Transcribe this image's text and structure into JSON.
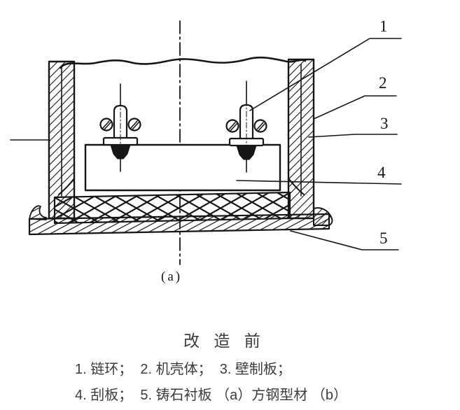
{
  "figure": {
    "callouts": [
      "1",
      "2",
      "3",
      "4",
      "5"
    ],
    "subfigure_label": "(a)",
    "caption_title": "改 造 前",
    "legend_line1": "1. 链环；  2. 机壳体；  3. 壁制板；",
    "legend_line2": "4. 刮板；  5. 铸石衬板 （a）方钢型材 （b）",
    "colors": {
      "line": "#161616",
      "text": "#3c3c3c"
    }
  }
}
